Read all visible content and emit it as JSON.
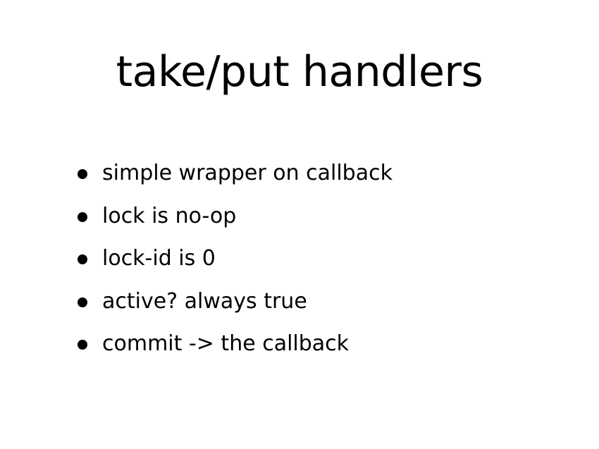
{
  "slide": {
    "title": "take/put handlers",
    "bullets": [
      "simple wrapper on callback",
      "lock is no-op",
      "lock-id is 0",
      "active? always true",
      "commit -> the callback"
    ]
  }
}
